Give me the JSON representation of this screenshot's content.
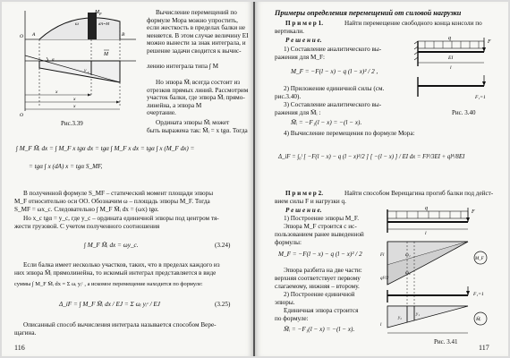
{
  "left_page": {
    "figure_caption": "Рис.3.39",
    "fig_labels": {
      "mf": "M",
      "mf_sub": "F",
      "mfdx": "ω",
      "mfdx_rest": "dA=M",
      "s_lbl": "A",
      "b_lbl": "B",
      "o_lbl": "O",
      "x_lbl": "x",
      "xa": "x",
      "xb": "x",
      "xc": "x",
      "mbar": "M",
      "yc": "y",
      "y_lbl": "y",
      "c_lbl": "C",
      "dx": "dx",
      "s2": "S"
    },
    "right_col_lines": [
      "Вычисление перемещений по",
      "формуле Мора можно упростить,",
      "если жесткость в пределах балки не",
      "меняется. В этом случае величину EI",
      "можно вынести за знак интеграла, и",
      "решение задачи сводится к вычис-",
      "",
      "лению интеграла типа ∫ M",
      "",
      "Но эпюра M̄ᵢ всегда состоит из",
      "отрезков прямых линий. Рассмотрим",
      "участок балки, где эпюра M̄ᵢ прямо-",
      "линейна, а эпюра M",
      "очертание.",
      "Ордината эпюры M̄ᵢ может",
      "быть выражена так: M̄ᵢ = x tgα. Тогда"
    ],
    "integral_line_1": "∫ M_F M̄ᵢ dx = ∫ M_F x tgα dx = tgα ∫ M_F x dx = tgα ∫ x (M_F dx) =",
    "integral_line_2": "= tgα ∫ x (dA) x = tgα S_MF,",
    "para1_lines": [
      "В полученной формуле S_MF – статический момент площади эпюры",
      "M_F относительно оси OO. Обозначим ω – площадь эпюры M_F. Тогда",
      "S_MF = ωx_c. Следовательно ∫ M_F M̄ᵢ dx = (ωx) tgα.",
      "Но x_c tgα = y_c, где y_c – ордината единичной эпюры под центром тя-",
      "жести грузовой. С учетом полученного соотношения"
    ],
    "eq_324": "∫ M_F M̄ᵢ dx = ωy_c.",
    "eq_324_no": "(3.24)",
    "para2_lines": [
      "Если балка имеет несколько участков, таких, что в пределах каждого из",
      "них эпюра M̄ᵢ прямолинейна, то искомый интеграл представляется в виде",
      "суммы ∫ M_F M̄ᵢ dx = Σ ωᵢ yᵢᶜ , а искомое перемещение находится по формуле:"
    ],
    "eq_325": "Δ_iF = ∫ M_F M̄ᵢ dx / EJ = Σ ωᵢ yᵢᶜ / EJ",
    "eq_325_no": "(3.25)",
    "para3_lines": [
      "Описанный способ вычисления интеграла называется способом Вере-",
      "щагина."
    ],
    "page_number": "116"
  },
  "right_page": {
    "header": "Примеры определения перемещений от силовой нагрузки",
    "ex1_title": "П р и м е р  1.",
    "ex1_text_1": "Найти перемещение свободного конца консоли по",
    "ex1_text_2": "вертикали.",
    "solution_label": "Р е ш е н и е.",
    "ex1_steps": [
      "1) Составление аналитического вы-",
      "ражения для M_F:",
      "M_F = −F(l − x) − q (l − x)² / 2 ,",
      "2) Приложение единичной силы (см.",
      "рис.3.40).",
      "3) Составление аналитического вы-",
      "ражения для M̄ᵢ :",
      "M̄ᵢ = −F₁(l − x) = −(l − x).",
      "4) Вычисление перемещения по формуле Мора:"
    ],
    "fig40_caption": "Рис. 3.40",
    "fig40_labels": {
      "q": "q",
      "F": "F",
      "l": "l",
      "ei": "EI",
      "x": "x",
      "f1": "F₁=1"
    },
    "mohr_integral": "Δ_iF = ∫₀ˡ [ −F(l − x) − q (l − x)²/2 ] [ −(l − x) ] / EI dx = Fl³/3EI + ql⁴/8EI",
    "ex2_title": "П р и м е р  2.",
    "ex2_text_1": "Найти способом Верещагина прогиб балки под дейст-",
    "ex2_text_2": "вием силы F и нагрузки q.",
    "ex2_steps": [
      "1) Построение эпюры M_F.",
      "Эпюра M_F строится с ис-",
      "пользованием ранее выведенной",
      "формулы:",
      "M_F = −F(l − x) − q (l − x)² / 2",
      "Эпюра разбита на две части:",
      "верхняя соответствует первому",
      "слагаемому, нижняя – второму.",
      "2) Построение единичной",
      "эпюры.",
      "Единичная эпюра строится",
      "по формуле:",
      "M̄ᵢ = −F₁(l − x) = −(l − x)."
    ],
    "fig41_caption": "Рис. 3.41",
    "fig41_labels": {
      "q": "q",
      "F": "F",
      "l": "l",
      "mf": "M_F",
      "mi": "M̄ᵢ",
      "f1": "F₁=1",
      "fl": "Fl",
      "ql": "ql²/2",
      "yc1": "y₁",
      "yc2": "y₂",
      "w1": "ω₁",
      "w2": "ω₂",
      "two_l": "l/4",
      "x": "x"
    },
    "page_number": "117"
  }
}
